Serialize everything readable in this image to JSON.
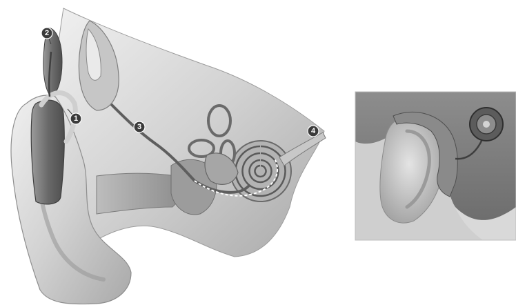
{
  "figure": {
    "callouts": [
      {
        "number": "1"
      },
      {
        "number": "2"
      },
      {
        "number": "3"
      },
      {
        "number": "4"
      }
    ]
  },
  "colors": {
    "background": "#ffffff",
    "skin_light": "#e6e6e6",
    "skin_mid": "#bdbdbd",
    "skin_dark": "#8a8a8a",
    "device": "#6e6e6e",
    "hair": "#8c8c8c",
    "callout_fill": "#3b3b3b"
  }
}
